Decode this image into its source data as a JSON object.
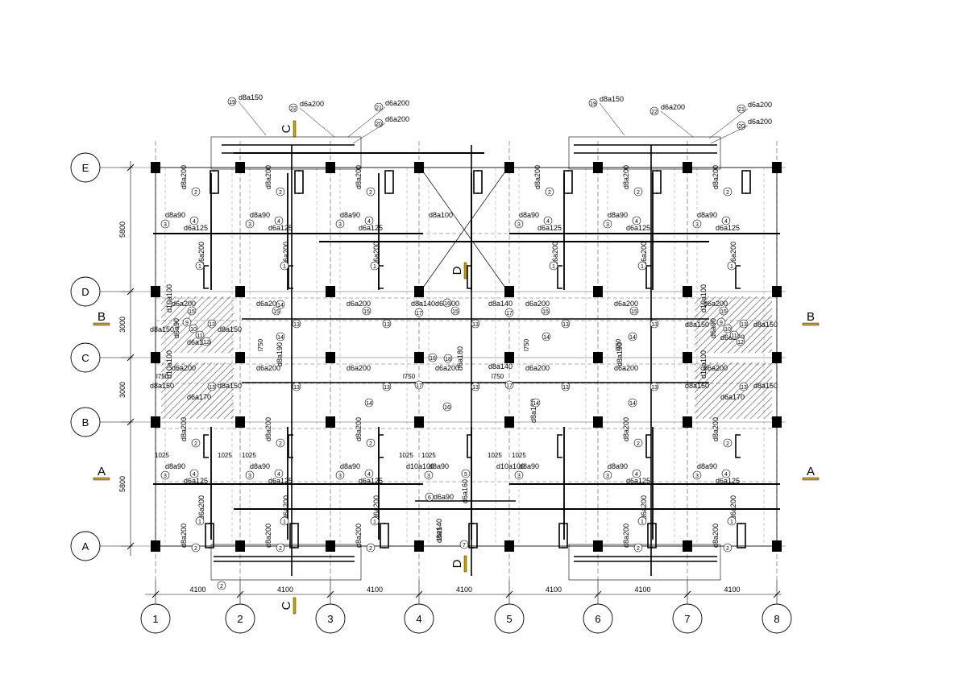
{
  "axes_x": [
    "1",
    "2",
    "3",
    "4",
    "5",
    "6",
    "7",
    "8"
  ],
  "axes_y": [
    "E",
    "D",
    "C",
    "B",
    "A"
  ],
  "spans_x": [
    "4100",
    "4100",
    "4100",
    "4100",
    "4100",
    "4100",
    "4100"
  ],
  "spans_y": [
    "5800",
    "3000",
    "3000",
    "5800"
  ],
  "section_marks": [
    {
      "label": "A",
      "side": "left"
    },
    {
      "label": "A",
      "side": "right"
    },
    {
      "label": "B",
      "side": "left"
    },
    {
      "label": "B",
      "side": "right"
    },
    {
      "label": "C",
      "side": "top"
    },
    {
      "label": "C",
      "side": "bottom"
    },
    {
      "label": "D",
      "side": "top"
    },
    {
      "label": "D",
      "side": "bottom"
    }
  ],
  "leaders": [
    {
      "num": "19",
      "text": "d8a150"
    },
    {
      "num": "22",
      "text": "d6a200"
    },
    {
      "num": "21",
      "text": "d6a200"
    },
    {
      "num": "20",
      "text": "d6a200"
    },
    {
      "num": "19",
      "text": "d8a150"
    },
    {
      "num": "22",
      "text": "d6a200"
    },
    {
      "num": "21",
      "text": "d6a200"
    },
    {
      "num": "20",
      "text": "d6a200"
    }
  ],
  "labels_top_row": {
    "d8a200": "d8a200",
    "d8a90": "d8a90",
    "d6a125": "d6a125",
    "d8a100": "d8a100",
    "d6a200": "d6a200"
  },
  "rebar_notes": [
    {
      "t": "d8a90"
    },
    {
      "t": "d6a125"
    },
    {
      "t": "d8a100"
    },
    {
      "t": "d8a200"
    },
    {
      "t": "d6a200"
    },
    {
      "t": "d8a150"
    },
    {
      "t": "d6a170"
    },
    {
      "t": "d10a100"
    },
    {
      "t": "d6a90"
    },
    {
      "t": "d6a160"
    },
    {
      "t": "d8a140"
    },
    {
      "t": "d8a190"
    },
    {
      "t": "d6a180"
    },
    {
      "t": "l750"
    },
    {
      "t": "1025"
    }
  ],
  "bottom_note": "2"
}
